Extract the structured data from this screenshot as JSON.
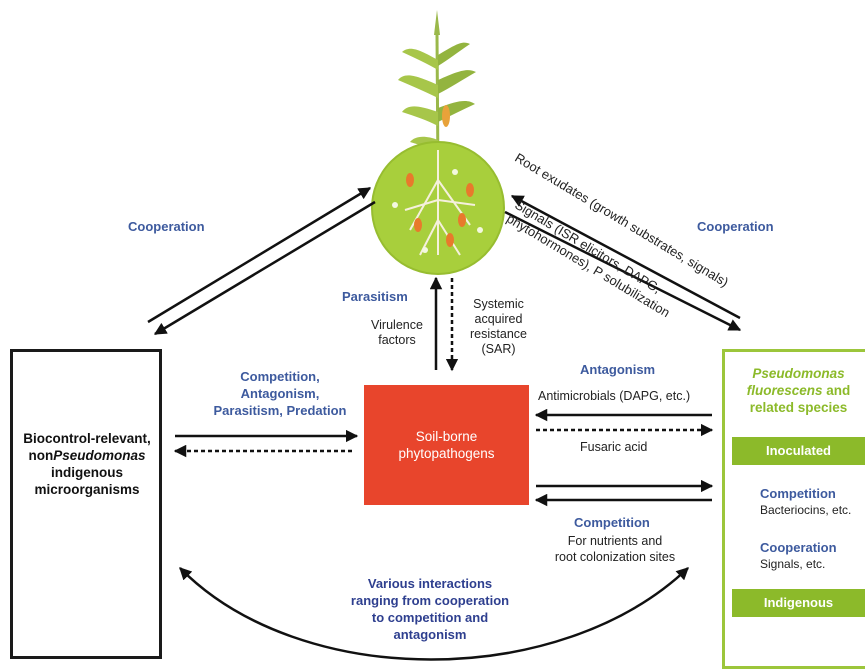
{
  "labels": {
    "cooperation_left": "Cooperation",
    "cooperation_right": "Cooperation",
    "root_exudates": "Root exudates (growth substrates, signals)",
    "signals_line1": "Signals (ISR elicitors, DAPG,",
    "signals_line2": "phytohormones), P solubilization",
    "parasitism": "Parasitism",
    "virulence_line1": "Virulence",
    "virulence_line2": "factors",
    "sar_line1": "Systemic",
    "sar_line2": "acquired",
    "sar_line3": "resistance",
    "sar_line4": "(SAR)",
    "comp_line1": "Competition,",
    "comp_line2": "Antagonism,",
    "comp_line3": "Parasitism, Predation",
    "antagonism": "Antagonism",
    "antimicrobials": "Antimicrobials (DAPG, etc.)",
    "fusaric": "Fusaric acid",
    "competition_mid": "Competition",
    "nutrients_line1": "For nutrients and",
    "nutrients_line2": "root colonization sites",
    "various_line1": "Various interactions",
    "various_line2": "ranging from cooperation",
    "various_line3": "to competition and",
    "various_line4": "antagonism"
  },
  "boxes": {
    "left_line1": "Biocontrol-relevant,",
    "left_line2_prefix": "non",
    "left_line2_italic": "Pseudomonas",
    "left_line3": "indigenous",
    "left_line4": "microorganisms",
    "patho_line1": "Soil-borne",
    "patho_line2": "phytopathogens",
    "pf_line1": "Pseudomonas",
    "pf_line2": "fluorescens",
    "pf_line2b": " and",
    "pf_line3": "related species",
    "inoculated": "Inoculated",
    "indigenous": "Indigenous",
    "pf_competition": "Competition",
    "pf_bacteriocins": "Bacteriocins, etc.",
    "pf_cooperation": "Cooperation",
    "pf_signals": "Signals, etc."
  },
  "colors": {
    "blue_label": "#3d5a9e",
    "pathogen": "#e8452c",
    "pseudomonas_green": "#8cba2a",
    "rhizosphere": "#a8cf3c"
  }
}
